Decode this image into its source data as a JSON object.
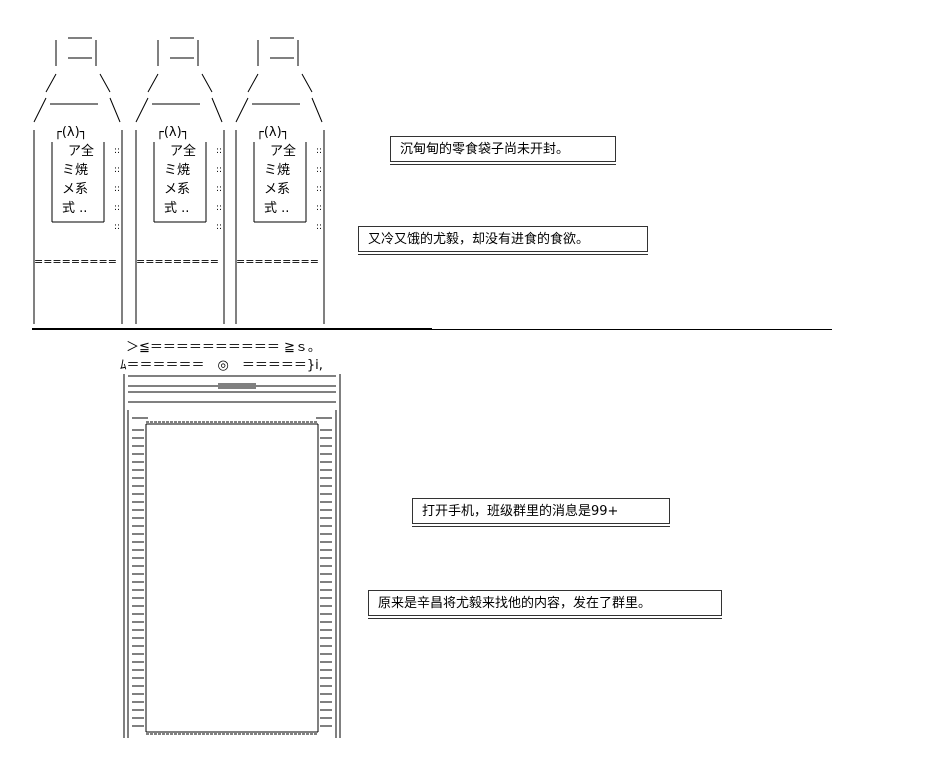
{
  "bottles": [
    {
      "lambda": "┌(λ)┐",
      "rows": [
        "ア全",
        "ミ焼",
        "メ系",
        "式 .."
      ]
    },
    {
      "lambda": "┌(λ)┐",
      "rows": [
        "ア全",
        "ミ焼",
        "メ系",
        "式 .."
      ]
    },
    {
      "lambda": "┌(λ)┐",
      "rows": [
        "ア全",
        "ミ焼",
        "メ系",
        "式 .."
      ]
    }
  ],
  "captions": {
    "snack": "沉甸甸的零食袋子尚未开封。",
    "hungry": "又冷又饿的尤毅，却没有进食的食欲。",
    "phone": "打开手机，班级群里的消息是99+",
    "content": "原来是辛昌将尤毅来找他的内容，发在了群里。"
  },
  "phone": {
    "top_line": "＞≦＝＝＝＝＝＝＝＝＝＝ ≧ｓ。",
    "camera_line": "ﾑ＝＝＝＝＝＝　◎　＝＝＝＝＝}i,"
  }
}
